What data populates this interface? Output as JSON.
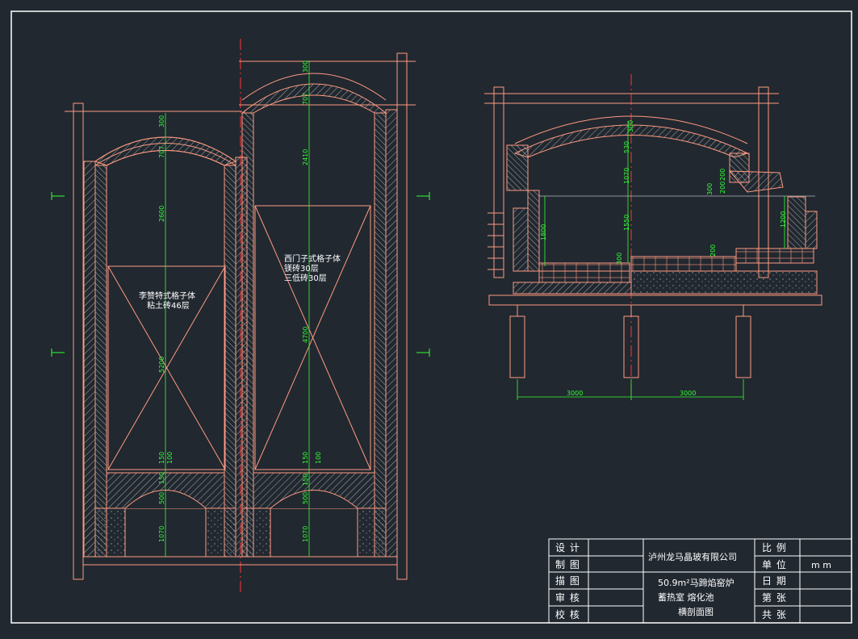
{
  "colors": {
    "background": "#212830",
    "frame": "#ffffff",
    "outline": "#ff9a80",
    "dimension": "#33ff33",
    "centerline": "#ff3333",
    "hatch": "#c0c0c0"
  },
  "left_section": {
    "checker_left": {
      "label_line1": "李赞特式格子体",
      "label_line2": "粘土砖46层"
    },
    "checker_right": {
      "label_line1": "西门子式格子体",
      "label_line2": "镁砖30层",
      "label_line3": "三低砖30层"
    },
    "dims_left": [
      "300",
      "707",
      "2600",
      "5200",
      "150",
      "100",
      "150",
      "500",
      "1070"
    ],
    "dims_right": [
      "300",
      "707",
      "2410",
      "4700",
      "150",
      "100",
      "150",
      "500",
      "1070"
    ]
  },
  "right_section": {
    "dims_vertical": [
      "300",
      "530",
      "1070",
      "1550",
      "1800",
      "1200",
      "300",
      "200",
      "200",
      "300",
      "200"
    ],
    "dims_horizontal": [
      "3000",
      "3000"
    ]
  },
  "title_block": {
    "roles": [
      "设 计",
      "制 图",
      "描 图",
      "审 核",
      "校 核"
    ],
    "company": "泸州龙马晶玻有限公司",
    "drawing_title_1": "50.9m²马蹄焰窑炉",
    "drawing_title_2": "蓄热室  熔化池",
    "drawing_title_3": "横剖面图",
    "fields": [
      "比 例",
      "单 位",
      "日 期",
      "第 张",
      "共 张"
    ],
    "unit_value": "m m"
  }
}
